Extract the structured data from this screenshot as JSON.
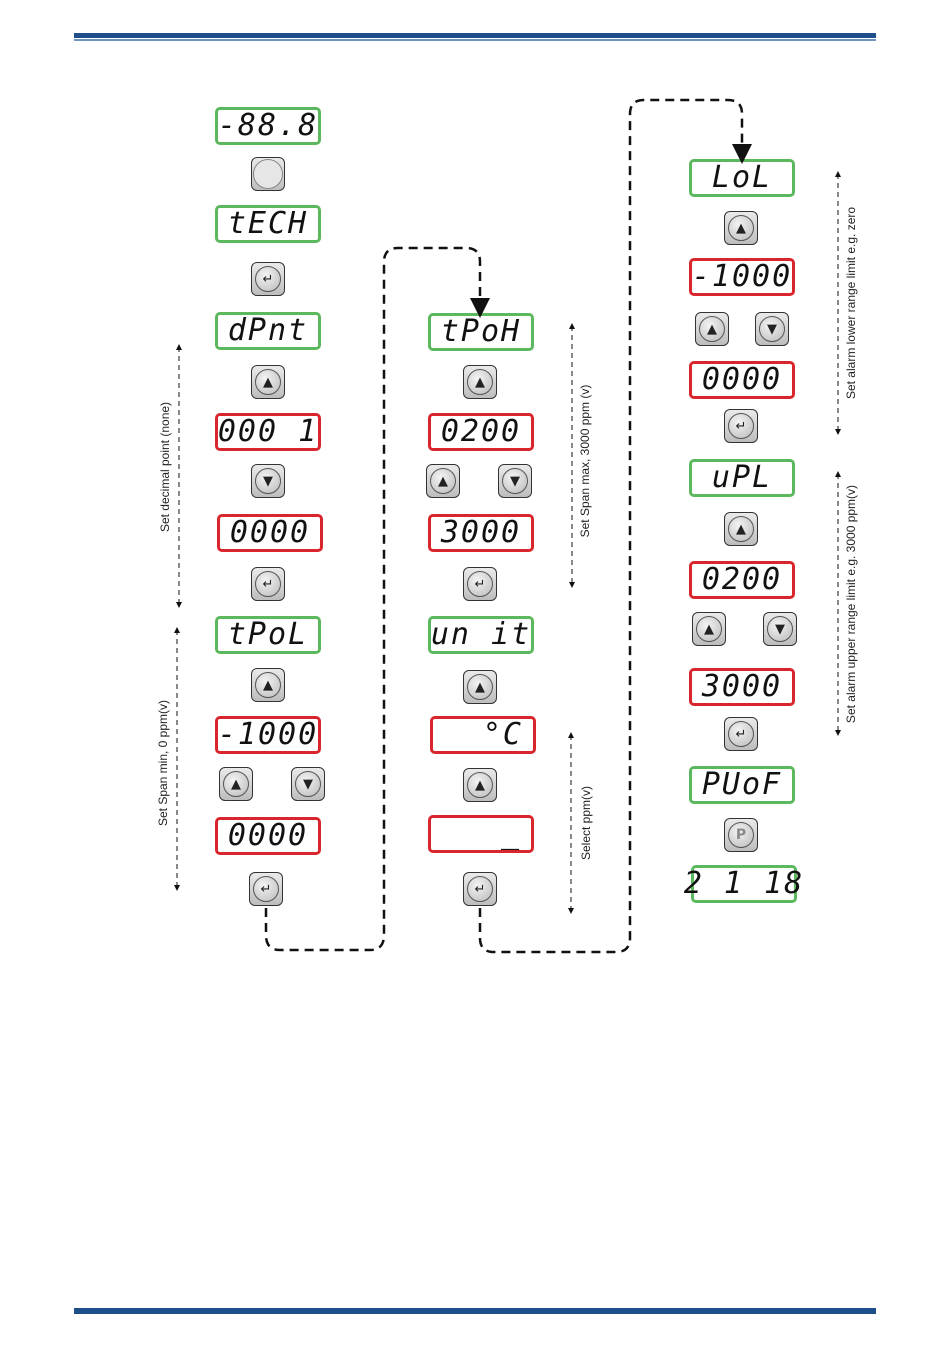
{
  "columns": [
    {
      "items": [
        {
          "kind": "display",
          "text": "-88.8",
          "color": "green"
        },
        {
          "kind": "button",
          "icon": "blank"
        },
        {
          "kind": "display",
          "text": "tECH",
          "color": "green"
        },
        {
          "kind": "button",
          "icon": "enter"
        },
        {
          "kind": "display",
          "text": "dPnt",
          "color": "green"
        },
        {
          "kind": "button",
          "icon": "up"
        },
        {
          "kind": "display",
          "text": "000 1",
          "color": "red"
        },
        {
          "kind": "button",
          "icon": "down"
        },
        {
          "kind": "display",
          "text": "0000",
          "color": "red"
        },
        {
          "kind": "button",
          "icon": "enter"
        },
        {
          "kind": "display",
          "text": "tPoL",
          "color": "green"
        },
        {
          "kind": "button",
          "icon": "up"
        },
        {
          "kind": "display",
          "text": "-1000",
          "color": "red"
        },
        {
          "kind": "button-pair",
          "icons": [
            "up",
            "down"
          ]
        },
        {
          "kind": "display",
          "text": "0000",
          "color": "red"
        },
        {
          "kind": "button",
          "icon": "enter"
        }
      ]
    },
    {
      "items": [
        {
          "kind": "display",
          "text": "tPoH",
          "color": "green"
        },
        {
          "kind": "button",
          "icon": "up"
        },
        {
          "kind": "display",
          "text": "0200",
          "color": "red"
        },
        {
          "kind": "button-pair",
          "icons": [
            "up",
            "down"
          ]
        },
        {
          "kind": "display",
          "text": "3000",
          "color": "red"
        },
        {
          "kind": "button",
          "icon": "enter"
        },
        {
          "kind": "display",
          "text": "un it",
          "color": "green"
        },
        {
          "kind": "button",
          "icon": "up"
        },
        {
          "kind": "display",
          "text": "°C",
          "color": "red"
        },
        {
          "kind": "button",
          "icon": "up"
        },
        {
          "kind": "display",
          "text": "_",
          "color": "red"
        },
        {
          "kind": "button",
          "icon": "enter"
        }
      ]
    },
    {
      "items": [
        {
          "kind": "display",
          "text": "LoL",
          "color": "green"
        },
        {
          "kind": "button",
          "icon": "up"
        },
        {
          "kind": "display",
          "text": "-1000",
          "color": "red"
        },
        {
          "kind": "button-pair",
          "icons": [
            "up",
            "down"
          ]
        },
        {
          "kind": "display",
          "text": "0000",
          "color": "red"
        },
        {
          "kind": "button",
          "icon": "enter"
        },
        {
          "kind": "display",
          "text": "uPL",
          "color": "green"
        },
        {
          "kind": "button",
          "icon": "up"
        },
        {
          "kind": "display",
          "text": "0200",
          "color": "red"
        },
        {
          "kind": "button-pair",
          "icons": [
            "up",
            "down"
          ]
        },
        {
          "kind": "display",
          "text": "3000",
          "color": "red"
        },
        {
          "kind": "button",
          "icon": "enter"
        },
        {
          "kind": "display",
          "text": "PUoF",
          "color": "green"
        },
        {
          "kind": "button",
          "icon": "p"
        },
        {
          "kind": "display",
          "text": "2 1 18",
          "color": "green"
        }
      ]
    }
  ],
  "labels": [
    "Set decimal point (none)",
    "Set Span min, 0 ppm(v)",
    "Set Span max, 3000 ppm (v)",
    "Select ppm(v)",
    "Set  alarm lower range limit e.g. zero",
    "Set alarm upper range limit e.g. 3000 ppm(v)"
  ],
  "icons": {
    "up": "up-arrow-icon",
    "down": "down-arrow-icon",
    "enter": "enter-arrow-icon",
    "blank": "blank-button-icon",
    "p": "p-button-icon"
  },
  "colors": {
    "green": "#5cb85c",
    "red": "#d9262c",
    "rule": "#1f4f8a"
  }
}
